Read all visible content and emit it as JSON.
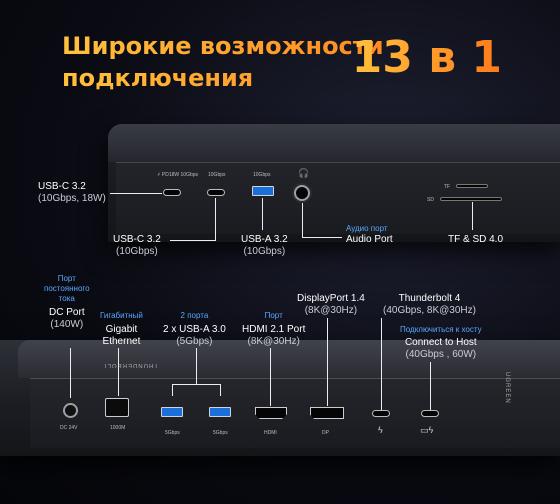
{
  "header": {
    "headline_line1": "Широкие возможности",
    "headline_line2": "подключения",
    "count": "13 в 1"
  },
  "top_device": {
    "port_labels": {
      "pd18w": "PD18W 10Gbps",
      "c10": "10Gbps",
      "a10": "10Gbps",
      "tf": "TF",
      "sd": "SD"
    },
    "callouts": {
      "usbc_left_title": "USB-C 3.2",
      "usbc_left_sub": "(10Gbps, 18W)",
      "usbc_mid_title": "USB-C 3.2",
      "usbc_mid_sub": "(10Gbps)",
      "usba_title": "USB-A 3.2",
      "usba_sub": "(10Gbps)",
      "audio_ru": "Аудио порт",
      "audio_en": "Audio Port",
      "card": "TF & SD 4.0"
    }
  },
  "bottom_device": {
    "brand": "THUNDERBOLT",
    "brand_right": "UGREEN",
    "port_labels": {
      "dc": "DC 24V",
      "lan": "1000M",
      "a1": "5Gbps",
      "a2": "5Gbps",
      "hdmi": "HDMI",
      "dp": "DP"
    },
    "callouts": {
      "dc_ru_1": "Порт",
      "dc_ru_2": "постоянного",
      "dc_ru_3": "тока",
      "dc_title": "DC Port",
      "dc_sub": "(140W)",
      "lan_ru": "Гигабитный",
      "lan_title_1": "Gigabit",
      "lan_title_2": "Ethernet",
      "usba_ru": "2 порта",
      "usba_title": "2 x USB-A 3.0",
      "usba_sub": "(5Gbps)",
      "hdmi_ru": "Порт",
      "hdmi_title": "HDMI 2.1 Port",
      "hdmi_sub": "(8K@30Hz)",
      "dp_title": "DisplayPort  1.4",
      "dp_sub": "(8K@30Hz)",
      "tb_title": "Thunderbolt 4",
      "tb_sub": "(40Gbps, 8K@30Hz)",
      "host_ru": "Подключиться к хосту",
      "host_title": "Connect to Host",
      "host_sub": "(40Gbps , 60W)"
    }
  },
  "colors": {
    "accent_orange": "#ff9a1f",
    "accent_blue": "#5aa8ff",
    "usb_blue": "#1a6fd8"
  }
}
